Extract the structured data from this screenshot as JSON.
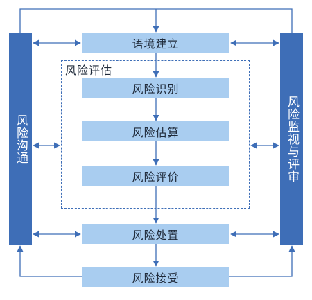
{
  "diagram": {
    "left_bar": "风险沟通",
    "right_bar": "风险监视与评审",
    "assessment_group": "风险评估",
    "steps": {
      "context": "语境建立",
      "identification": "风险识别",
      "analysis": "风险估算",
      "evaluation": "风险评价",
      "treatment": "风险处置",
      "acceptance": "风险接受"
    },
    "colors": {
      "bar": "#3e6eb7",
      "box": "#a9cdf0",
      "line": "#3e6eb7",
      "text": "#1f2a3a"
    }
  }
}
